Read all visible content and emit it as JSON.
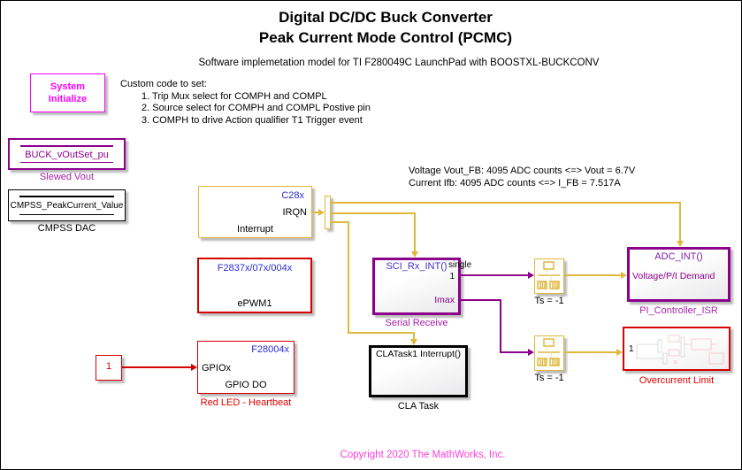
{
  "title": {
    "line1": "Digital DC/DC Buck Converter",
    "line2": "Peak Current Mode Control (PCMC)",
    "subtitle": "Software implemetation model for TI F280049C LaunchPad with BOOSTXL-BUCKCONV"
  },
  "annotations": {
    "custom_code": {
      "heading": "Custom code to set:",
      "items": [
        "1. Trip Mux select for COMPH and COMPL",
        "2. Source select for COMPH and COMPL Postive pin",
        "3. COMPH to drive Action qualifier T1 Trigger event"
      ]
    },
    "adc_note_line1": "Voltage Vout_FB: 4095 ADC counts <=> Vout = 6.7V",
    "adc_note_line2": "Current Ifb: 4095 ADC counts <=> I_FB = 7.517A",
    "copyright": "Copyright 2020 The MathWorks, Inc."
  },
  "blocks": {
    "system_initialize": {
      "line1": "System",
      "line2": "Initialize"
    },
    "slewed_vout": {
      "text": "BUCK_vOutSet_pu",
      "label": "Slewed Vout"
    },
    "cmpss_dac": {
      "text": "CMPSS_PeakCurrent_Value",
      "label": "CMPSS DAC"
    },
    "interrupt": {
      "chip": "C28x",
      "port": "IRQN",
      "name": "Interrupt"
    },
    "epwm1": {
      "chip": "F2837x/07x/004x",
      "name": "ePWM1"
    },
    "constant": {
      "value": "1"
    },
    "gpio": {
      "chip": "F28004x",
      "port": "GPIOx",
      "name": "GPIO DO",
      "label": "Red LED - Heartbeat"
    },
    "serial_receive": {
      "trigger": "SCI_Rx_INT()",
      "out1": "1",
      "out2": "Imax",
      "label": "Serial Receive",
      "signal_name": "single"
    },
    "cla_task": {
      "trigger": "CLATask1 Interrupt()",
      "label": "CLA Task"
    },
    "rate_transition1": {
      "label": "Ts = -1"
    },
    "rate_transition2": {
      "label": "Ts = -1"
    },
    "pi_controller": {
      "trigger": "ADC_INT()",
      "port": "Voltage/P/I Demand",
      "label": "PI_Controller_ISR"
    },
    "overcurrent": {
      "port": "1",
      "label": "Overcurrent Limit"
    }
  },
  "colors": {
    "yellow": "#DEB93C",
    "purple": "#8C008C",
    "magenta": "#FF00FF",
    "red": "#D50000",
    "blue_chip": "#2B2BD7",
    "label_purple": "#AA22AA",
    "copyright_pink": "#FB41D8",
    "adc_trigger_purple": "#7A1FA8",
    "sci_trigger_blue": "#3B30CF"
  }
}
